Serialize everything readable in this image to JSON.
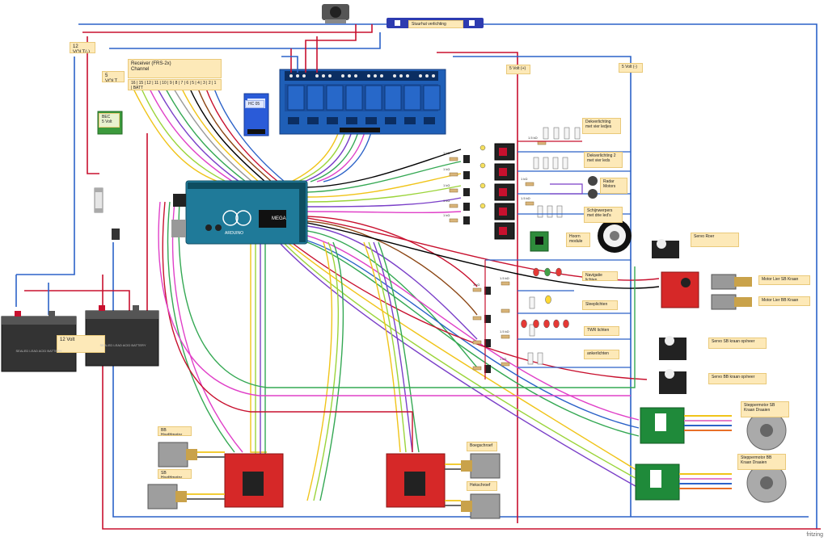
{
  "notes": {
    "volt12_top": "12 VOLT(-)",
    "volt5_left": "5 VOLT",
    "receiver": "Receiver (FRS-2x)\nChannel",
    "receiver_pins": "16 | 15 | 12 | 11 | 10 | 9 | 8 | 7 | 6 | 5 | 4 | 3 | 2 | 1 | BATT",
    "bec": "BEC\n5 Volt",
    "hc05": "HC 05",
    "led_strip": "Stuurhut verlichting",
    "volt5_plus": "5 Volt (+)",
    "volt5_minus": "5 Volt (-)",
    "deck1": "Dekverlichting\nmet vier ledjes",
    "deck2": "Dekverlichting 2\nmet vier leds",
    "radar": "Radar\nMotors",
    "navigation": "Navigatie lichten",
    "schijnwerpers": "Schijnwerpers\nmet drie led's",
    "horn": "Hoorn\nmodule",
    "servo_roer": "Servo Roer",
    "motor_sb_1": "Motor Lier SB Kraan",
    "motor_sb_2": "Motor Lier BB Kraan",
    "sleeplichten": "Sleeplichten",
    "twr": "TWR lichten",
    "anker": "ankerlichten",
    "servo_sb": "Servo SB kraan op/neer",
    "servo_bb": "Servo BB kraan op/neer",
    "stepper_sb": "Steppermotor SB\nKraan Draaien",
    "stepper_bb": "Steppermotor BB\nKraan Draaien",
    "volt12": "12 Volt",
    "sb_hoofdmotor": "BB Hoofdmotor",
    "sb_hoofdmotor2": "SB Hoofdmotor",
    "boegschroef": "Boegschroef",
    "hekschroef": "Hekschroef"
  },
  "resistors": [
    "1.5 kΩ",
    "1 kΩ",
    "1 kΩ",
    "1 kΩ",
    "1 kΩ",
    "1 kΩ",
    "1 kΩ",
    "1.5 kΩ",
    "1 kΩ",
    "1.5 kΩ",
    "1.5 kΩ",
    "1 kΩ"
  ],
  "battery_label": "SEALED LEAD ACID BATTERY",
  "board_label": "ARDUINO",
  "board_model": "MEGA",
  "credit": "fritzing"
}
